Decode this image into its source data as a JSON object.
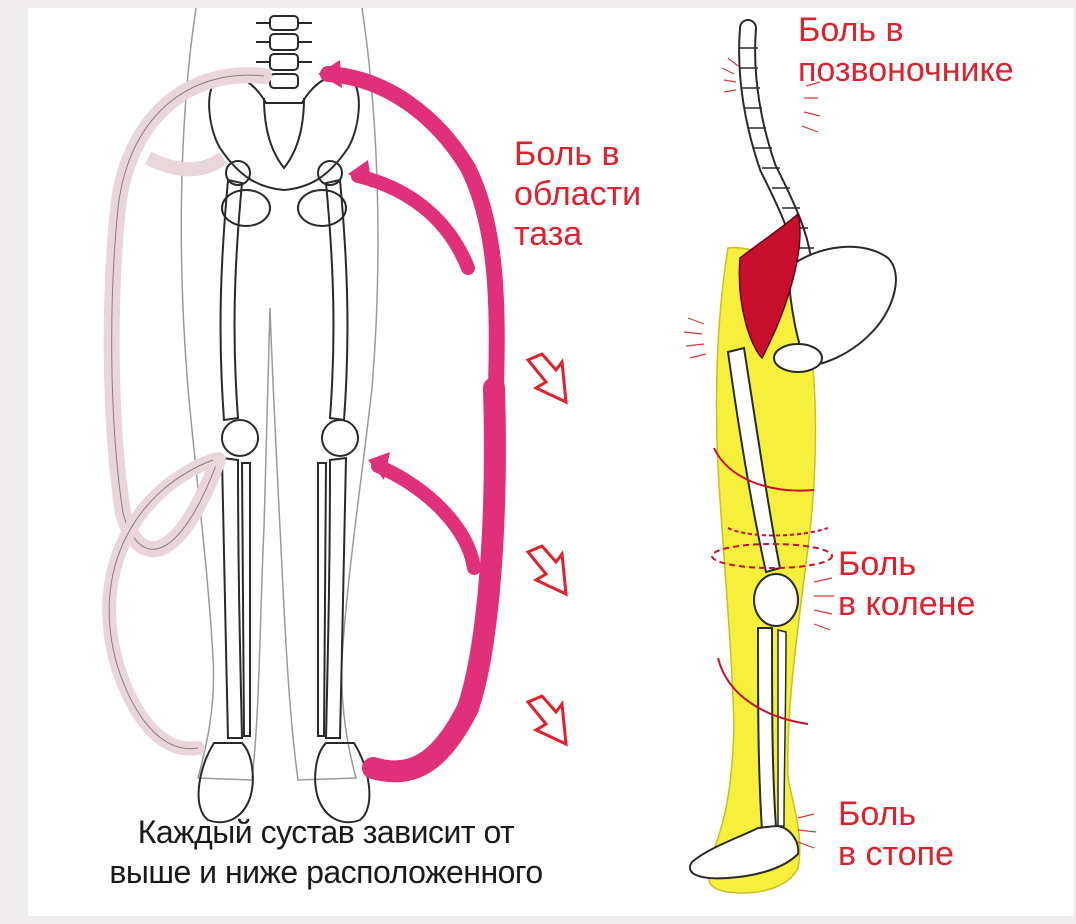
{
  "labels": {
    "spine": "Боль в\nпозвоночнике",
    "pelvis": "Боль в\nобласти\nтаза",
    "knee": "Боль\nв колене",
    "foot": "Боль\nв стопе"
  },
  "caption": {
    "line1": "Каждый сустав зависит от",
    "line2": "выше и ниже расположенного"
  },
  "colors": {
    "pain_label": "#e0202c",
    "arrow_pink": "#e0307a",
    "arrow_light": "#f4e4e6",
    "leg_highlight": "#f6f03c",
    "muscle": "#c8102e"
  }
}
